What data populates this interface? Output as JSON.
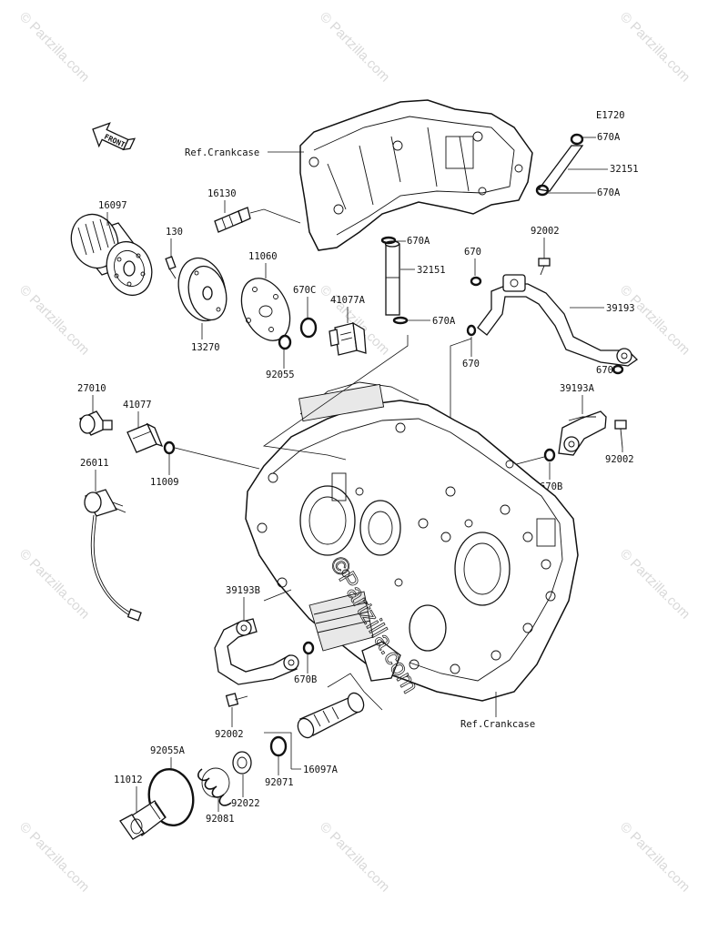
{
  "diagram_code": "E1720",
  "front_label": "FRONT",
  "watermark_text": "© Partzilla.com",
  "center_watermark_text": "©Partzilla.com",
  "references": {
    "crankcase_top": "Ref.Crankcase",
    "crankcase_bottom": "Ref.Crankcase"
  },
  "parts": {
    "p16097": "16097",
    "p130": "130",
    "p13270": "13270",
    "p16130": "16130",
    "p11060": "11060",
    "p670C": "670C",
    "p41077A": "41077A",
    "p92055": "92055",
    "p670A_top1": "670A",
    "p32151_top": "32151",
    "p670A_top2": "670A",
    "p670A_mid1": "670A",
    "p32151_mid": "32151",
    "p670A_mid2": "670A",
    "p670_a": "670",
    "p92002_top": "92002",
    "p39193": "39193",
    "p670_b": "670",
    "p670_c": "670",
    "p39193A": "39193A",
    "p92002_right": "92002",
    "p670B_right": "670B",
    "p27010": "27010",
    "p41077": "41077",
    "p11009": "11009",
    "p26011": "26011",
    "p39193B": "39193B",
    "p670B_left": "670B",
    "p92002_bottom": "92002",
    "p92071": "92071",
    "p16097A": "16097A",
    "p92055A": "92055A",
    "p11012": "11012",
    "p92081": "92081",
    "p92022": "92022"
  }
}
